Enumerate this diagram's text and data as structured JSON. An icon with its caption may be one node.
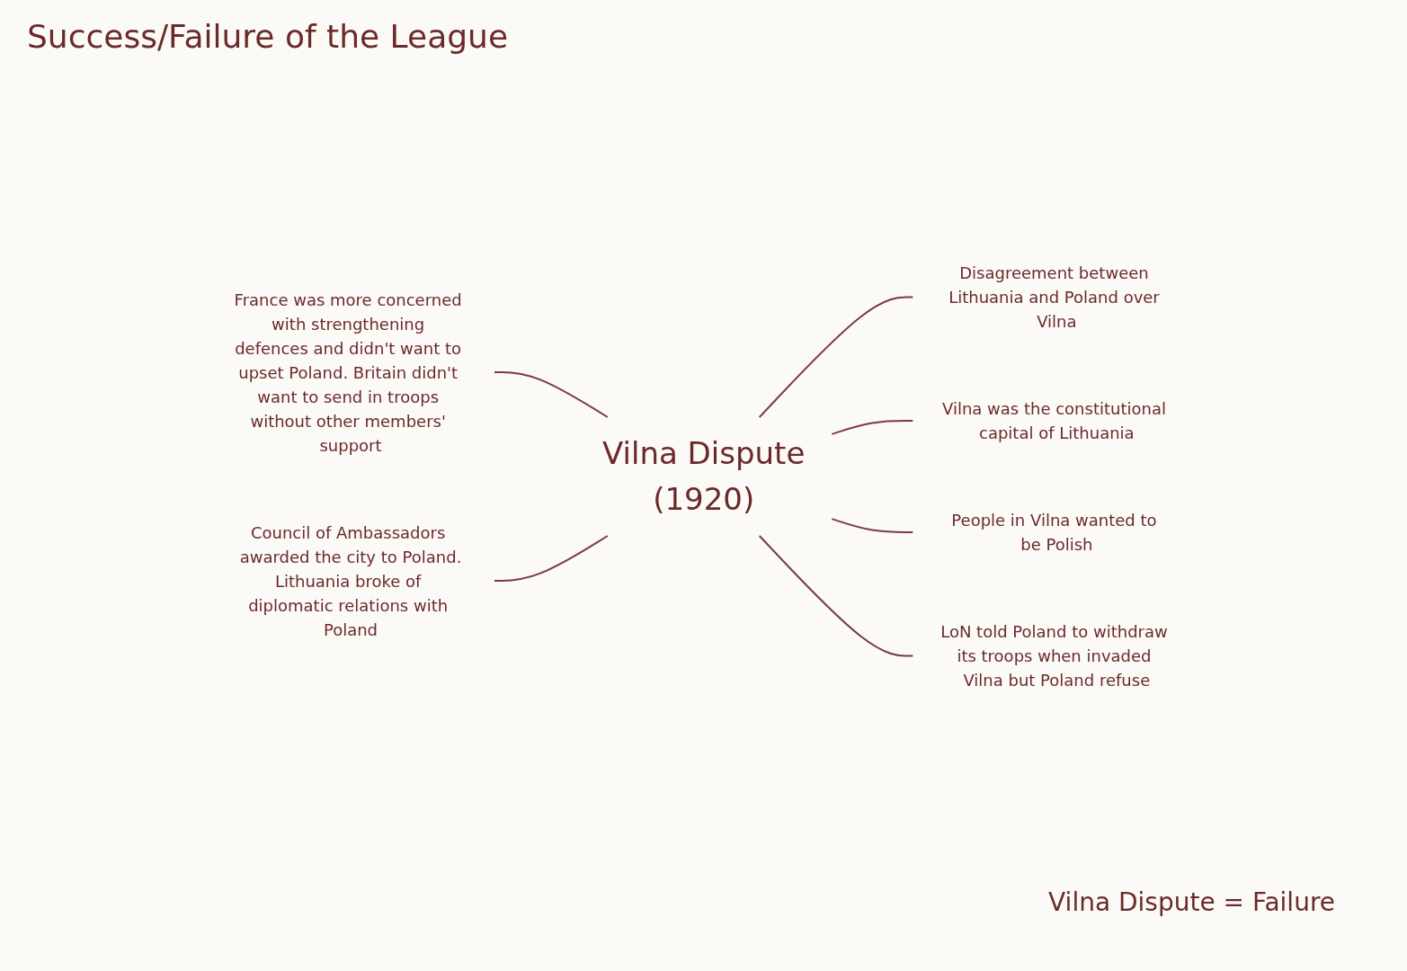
{
  "diagram": {
    "title": "Success/Failure of the League",
    "nodes": [
      {
        "text": [
          "France was more concerned with strengthening defences and didn't want to upset Poland. Britain didn't want to send in troops without other members' support"
        ]
      },
      {
        "text": [
          "Disagreement between Lithuania and Poland over Vilna"
        ]
      },
      {
        "text": [
          "Vilna Dispute",
          "(1920)"
        ]
      },
      {
        "text": [
          "Vilna was the constitutional capital of Lithuania"
        ]
      },
      {
        "text": [
          "Council of Ambassadors awarded the city to Poland.",
          "Lithuania broke of diplomatic relations with Poland"
        ]
      },
      {
        "text": [
          "LoN told Poland to withdraw its troops when invaded Vilna but Poland refuse"
        ]
      },
      {
        "text": [
          "People in Vilna wanted to be Polish"
        ]
      }
    ],
    "edges": [
      {
        "from": 0,
        "to": 2,
        "arrow": "none"
      },
      {
        "from": 2,
        "to": 1,
        "arrow": "none"
      },
      {
        "from": 2,
        "to": 3,
        "arrow": "none"
      },
      {
        "from": 2,
        "to": 6,
        "arrow": "none"
      },
      {
        "from": 2,
        "to": 5,
        "arrow": "none"
      },
      {
        "from": 4,
        "to": 2,
        "arrow": "none"
      }
    ],
    "labels": [
      "Vilna Dispute = Failure"
    ]
  }
}
